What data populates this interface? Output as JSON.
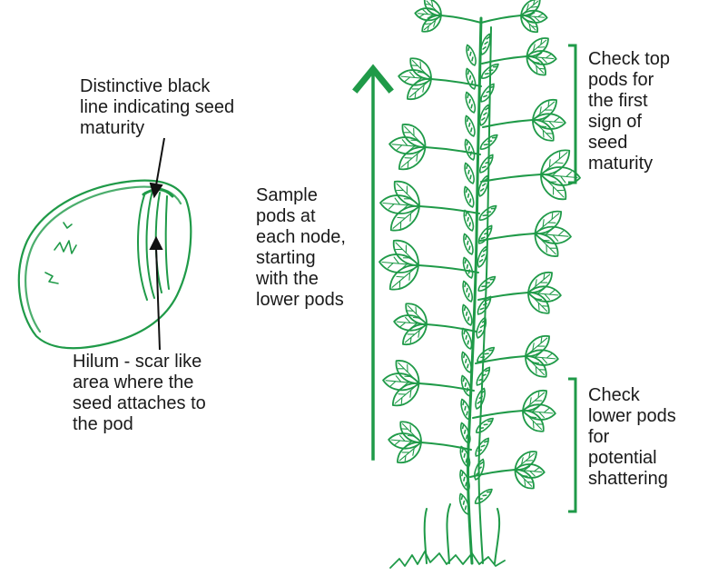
{
  "labels": {
    "seed_maturity_line": "Distinctive black\nline indicating seed\nmaturity",
    "hilum": "Hilum - scar like\narea where the\nseed attaches to\nthe pod",
    "sample_pods": "Sample\npods at\neach node,\nstarting\nwith the\nlower pods",
    "check_top_pods": "Check top\npods for\nthe first\nsign of\nseed\nmaturity",
    "check_lower_pods": "Check\nlower pods\nfor\npotential\nshattering"
  },
  "colors": {
    "plant_green": "#1f9a48",
    "text": "#1a1a1a",
    "pointer": "#111111"
  }
}
